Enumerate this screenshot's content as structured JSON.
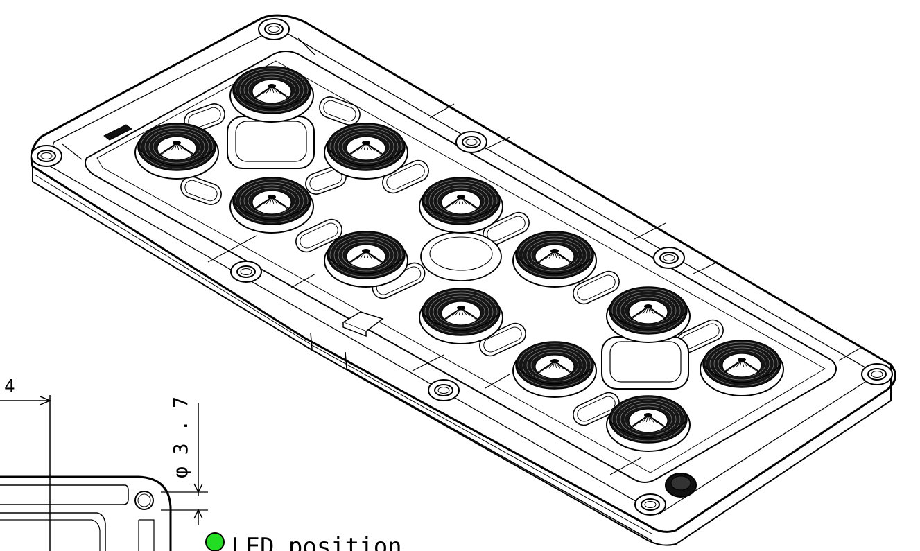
{
  "drawing": {
    "title": "",
    "dimension_left_value": "4",
    "dimension_hole_value": "φ 3 . 7",
    "legend_led_label": "LED position",
    "colors": {
      "ink": "#000000",
      "background": "#ffffff",
      "led_marker": "#22dd22",
      "switch_fill": "#ffffff"
    },
    "switch_count": 12,
    "encoder_count": 1
  }
}
